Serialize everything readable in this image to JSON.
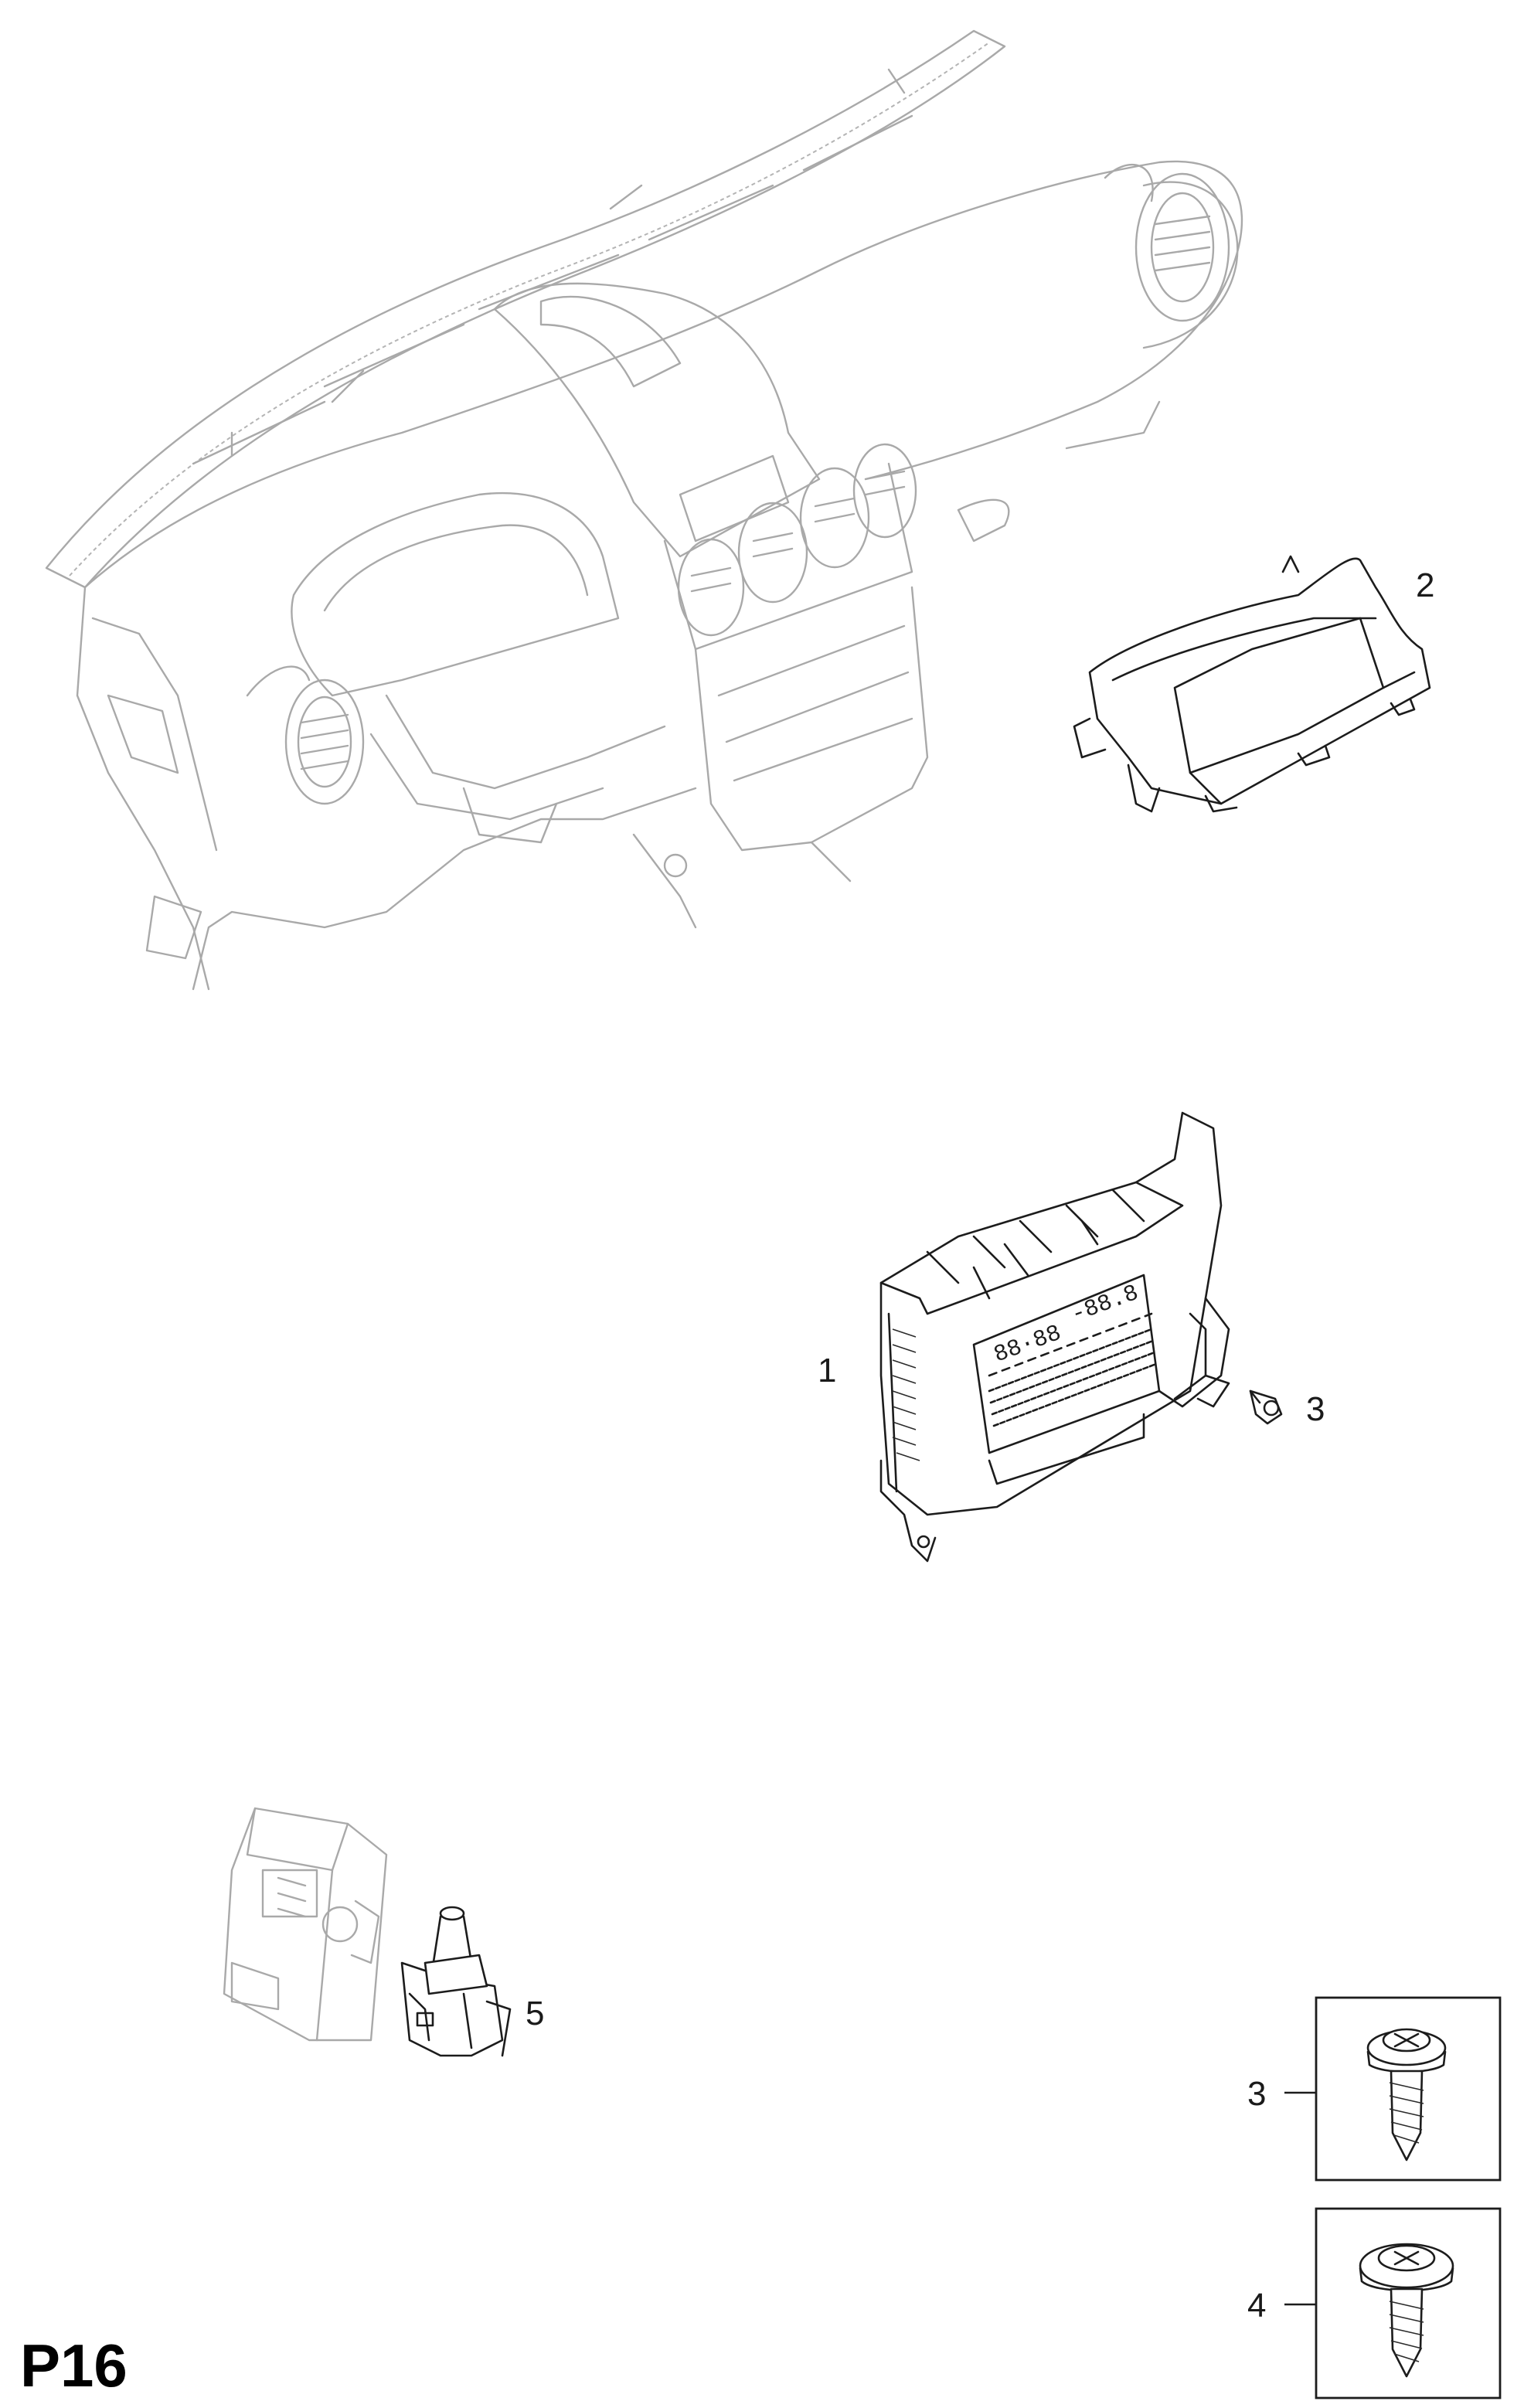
{
  "page_code": "P16",
  "callouts": [
    {
      "id": "1",
      "label": "1"
    },
    {
      "id": "2",
      "label": "2"
    },
    {
      "id": "3",
      "label": "3"
    },
    {
      "id": "3b",
      "label": "3"
    },
    {
      "id": "4",
      "label": "4"
    },
    {
      "id": "5",
      "label": "5"
    }
  ],
  "display_readout": {
    "left": "88·88",
    "right": "-88.8"
  },
  "colors": {
    "ink": "#1c1c1c",
    "context_gray": "#a9a9a9",
    "background": "#ffffff"
  }
}
